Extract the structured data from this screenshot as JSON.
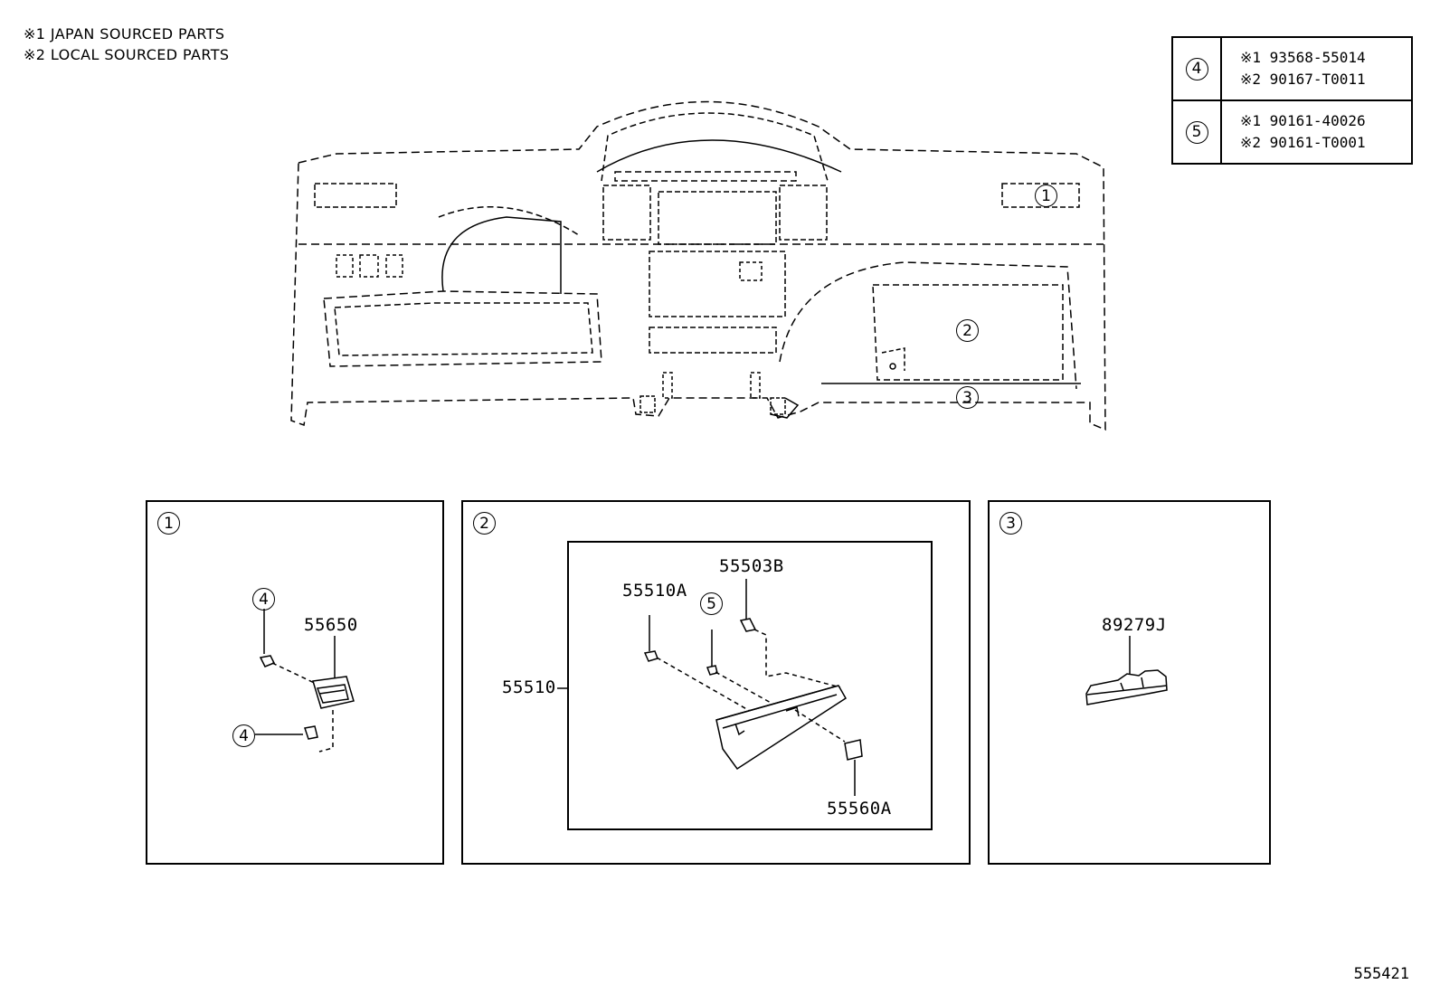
{
  "notes": [
    "※1 JAPAN SOURCED PARTS",
    "※2 LOCAL SOURCED PARTS"
  ],
  "ref_table": [
    {
      "ref": "4",
      "lines": [
        "※1 93568-55014",
        "※2 90167-T0011"
      ]
    },
    {
      "ref": "5",
      "lines": [
        "※1 90161-40026",
        "※2 90161-T0001"
      ]
    }
  ],
  "overview_callouts": [
    "1",
    "2",
    "3"
  ],
  "panels": [
    {
      "tag": "1",
      "parts": {
        "p1": "55650"
      },
      "callouts": [
        "4",
        "4"
      ]
    },
    {
      "tag": "2",
      "parts": {
        "p1": "55510",
        "p2": "55510A",
        "p3": "55503B",
        "p4": "55560A"
      },
      "callouts": [
        "5"
      ]
    },
    {
      "tag": "3",
      "parts": {
        "p1": "89279J"
      }
    }
  ],
  "figure_number": "555421"
}
